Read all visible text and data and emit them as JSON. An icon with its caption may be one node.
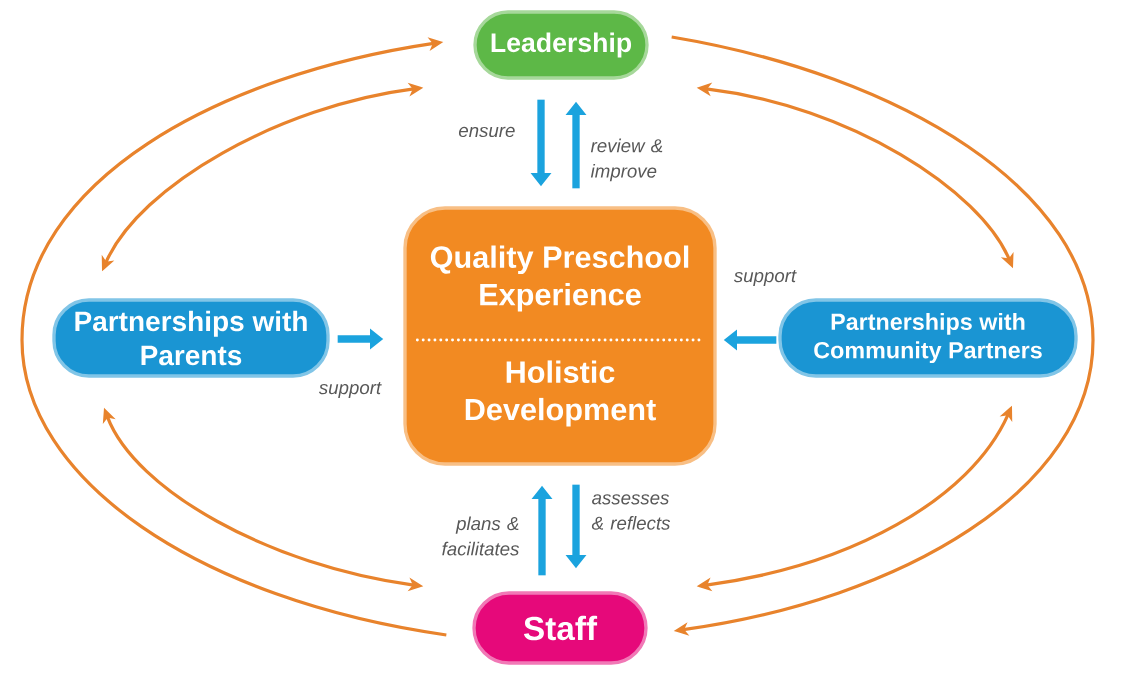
{
  "diagram": {
    "nodes": [
      {
        "text": [
          "Leadership"
        ]
      },
      {
        "text": [
          "Partnerships with Parents"
        ]
      },
      {
        "text": [
          "Quality Preschool Experience",
          "Holistic Development"
        ]
      },
      {
        "text": [
          "Partnerships with Community Partners"
        ]
      },
      {
        "text": [
          "Staff"
        ]
      }
    ],
    "edges": [
      {
        "from": 0,
        "to": 2,
        "arrow": "to",
        "label": "ensure",
        "style": "thick",
        "color": "#1ba3de"
      },
      {
        "from": 2,
        "to": 0,
        "arrow": "to",
        "label": "review & improve",
        "style": "thick",
        "color": "#1ba3de"
      },
      {
        "from": 1,
        "to": 2,
        "arrow": "to",
        "label": "support",
        "style": "thick",
        "color": "#1ba3de"
      },
      {
        "from": 3,
        "to": 2,
        "arrow": "to",
        "label": "support",
        "style": "thick",
        "color": "#1ba3de"
      },
      {
        "from": 4,
        "to": 2,
        "arrow": "to",
        "label": "plans & facilitates",
        "style": "thick",
        "color": "#1ba3de"
      },
      {
        "from": 2,
        "to": 4,
        "arrow": "to",
        "label": "assesses & reflects",
        "style": "thick",
        "color": "#1ba3de"
      },
      {
        "from": 4,
        "to": 0,
        "arrow": "to",
        "color": "#e8832c"
      },
      {
        "from": 0,
        "to": 1,
        "arrow": "both",
        "color": "#e8832c"
      },
      {
        "from": 1,
        "to": 4,
        "arrow": "both",
        "color": "#e8832c"
      },
      {
        "from": 0,
        "to": 4,
        "arrow": "to",
        "color": "#e8832c"
      },
      {
        "from": 0,
        "to": 3,
        "arrow": "both",
        "color": "#e8832c"
      },
      {
        "from": 3,
        "to": 4,
        "arrow": "both",
        "color": "#e8832c"
      }
    ]
  }
}
